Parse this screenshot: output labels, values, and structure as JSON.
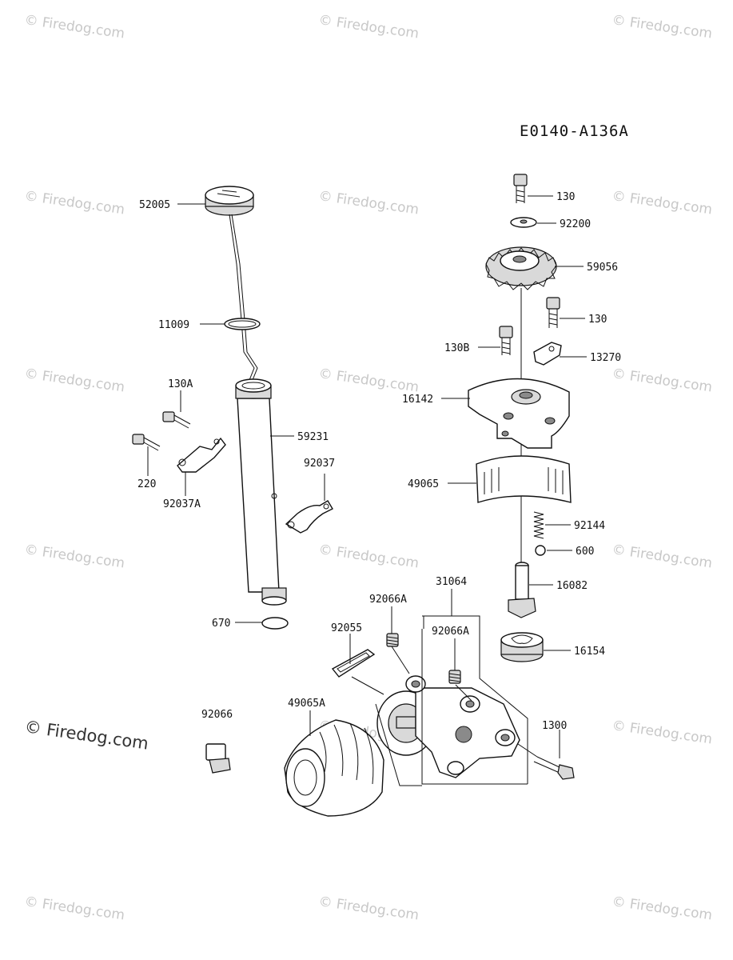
{
  "diagram_code": "E0140-A136A",
  "watermark_text": "© Firedog.com",
  "parts": {
    "p52005": "52005",
    "p11009": "11009",
    "p130A": "130A",
    "p220": "220",
    "p92037A": "92037A",
    "p59231": "59231",
    "p92037": "92037",
    "p670": "670",
    "p130_top": "130",
    "p92200": "92200",
    "p59056": "59056",
    "p130_mid": "130",
    "p130B": "130B",
    "p13270": "13270",
    "p16142": "16142",
    "p49065": "49065",
    "p92144": "92144",
    "p600": "600",
    "p16082": "16082",
    "p31064": "31064",
    "p92066A_left": "92066A",
    "p92066A_right": "92066A",
    "p92055": "92055",
    "p16154": "16154",
    "p92066": "92066",
    "p49065A": "49065A",
    "p1300": "1300"
  }
}
